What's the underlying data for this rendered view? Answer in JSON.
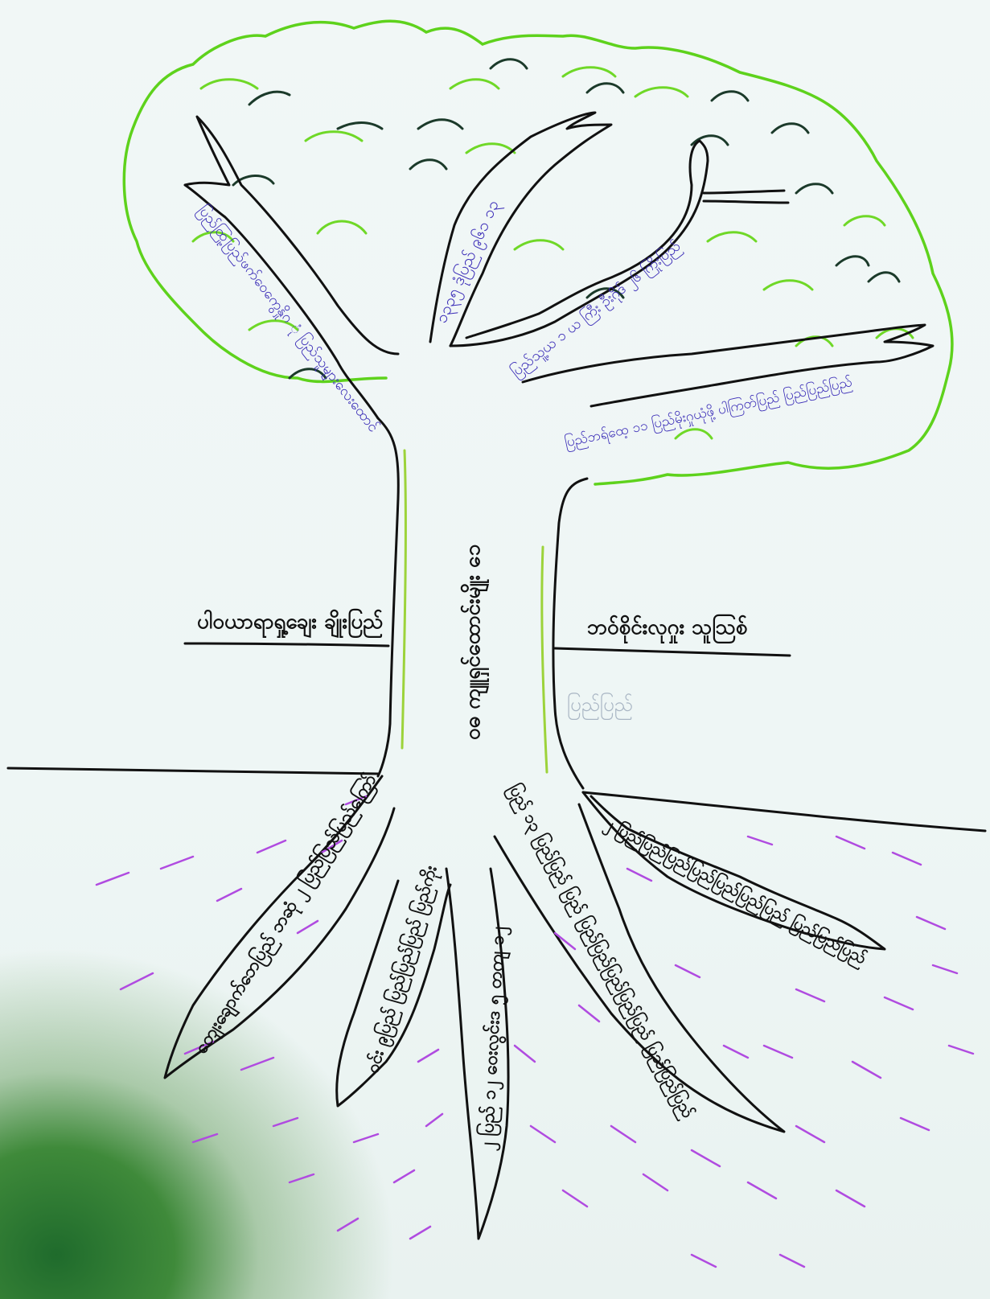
{
  "trunk": {
    "label": "ဝဓ ကျူရှင်ထောင်းမျိုး ၁ေ"
  },
  "ground_labels": {
    "left": "ပါ၀ယာရာရှု့ချေး ချိုးပြည်",
    "right": "ဘဝ်စိုင်းလုဂှုး သူသြစ်"
  },
  "branches": [
    {
      "id": "branch-1",
      "text": "ပြည်ထြု့ပြည်ဖက်ဝေကွေနှိုဂ ုံ ပြည်သူများလေးထောင်"
    },
    {
      "id": "branch-2",
      "text": "၁၃၃၅ ဒုံပြည် ၉၆၁ ၁၃"
    },
    {
      "id": "branch-3",
      "text": "ပြည်သူ့ယ ၁ ယ ကြီး ဦးဂိုဒ် ၂၆ ကြိုးပြည်"
    },
    {
      "id": "branch-4",
      "text": "ပြည်ဘရ်ထေ့ ၁၁ ပြည်မိုးဂှုယုံဖို့ ပါကြတ်ပြည် ပြည်ပြည်ပြည်"
    }
  ],
  "roots": [
    {
      "id": "root-1",
      "text": "တျေးချောက်ဘေပြည် ဘဆုံ ၂ ပြည်ပြည်ပြည်ကြော်"
    },
    {
      "id": "root-2",
      "text": "ဝင်း ၉ပြည် ပြည်ပြည်ပြည် ပြည်ကိုး"
    },
    {
      "id": "root-3",
      "text": "၂ ပြည် ၁၂ ဝေးလွင်းဒ ၅ တကျ ၁၂"
    },
    {
      "id": "root-4",
      "text": "ပြည် ၁၃ ပြည်ပြည် ပြည် ပြည်ပြည်ပြည်ပြည်ပြည် ပြည်ပြည်ပြည်"
    },
    {
      "id": "root-5",
      "text": "၂ ပြည်ပြည်ပြည်ပြည်ပြည်ပြည်ပြည် ပြည်ပြည်ပြည်"
    }
  ],
  "faint_mark": "ပြည်ပြည်",
  "colors": {
    "ink": "#111111",
    "crown": "#5ed21c",
    "crown_dark": "#1b3a2a",
    "hatch": "#b04be0",
    "blue_ink": "#3b2db8"
  }
}
